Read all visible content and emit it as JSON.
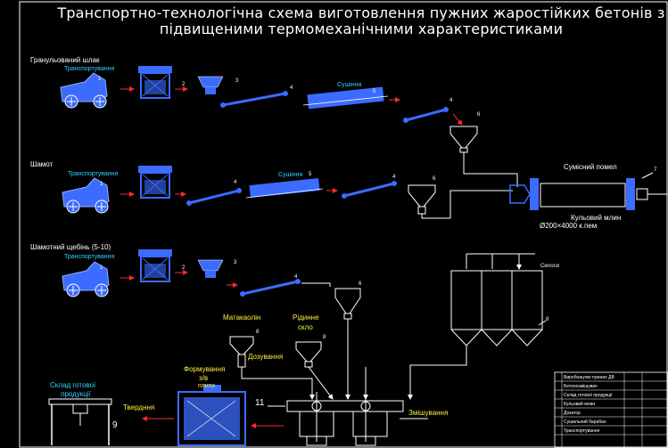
{
  "title": {
    "line1": "Транспортно-технологічна схема виготовлення пужних жаростійких бетонів з",
    "line2": "підвищеними термомеханічними характеристиками"
  },
  "rows": [
    {
      "material": "Гранульований шлак",
      "transport": "Транспортування",
      "dryer": "Сушіння"
    },
    {
      "material": "Шамот",
      "transport": "Транспортування",
      "dryer": "Сушіння"
    },
    {
      "material": "Шамотний щебінь (5-10)",
      "transport": "Транспортування"
    }
  ],
  "mill": {
    "label": "Сумісний помел",
    "name": "Кульовий млин",
    "size": "Ø200×4000 к.пем"
  },
  "silos_label": "Силоси",
  "additives": {
    "a1": "Матакаолін",
    "a2_line1": "Рідинне",
    "a2_line2": "скло",
    "dosing": "Дозування"
  },
  "forming": {
    "line1": "Формування",
    "line2": "з/в",
    "line3": "плити"
  },
  "warehouse": {
    "line1": "Склад готової",
    "line2": "продукції"
  },
  "hardening": "Твердння",
  "mixing": "Змішування",
  "numbers": {
    "n1": "1",
    "n2": "2",
    "n3": "3",
    "n4": "4",
    "n5": "5",
    "n6": "6",
    "n7": "7",
    "n8": "8",
    "n9": "9",
    "n11": "11"
  },
  "stamp": {
    "rows": [
      "Виробництво пужних ДВ",
      "Бетонозмішувач",
      "Склад готової продукції",
      "Кульовий млин",
      "Дозатор",
      "Сушильний барабан",
      "Транспортування"
    ]
  },
  "colors": {
    "equipment": "#3b6cff",
    "line": "#ffffff",
    "arrow": "#ff2b2b",
    "text_cyan": "#2fd4ff",
    "text_yellow": "#ffef3a"
  }
}
